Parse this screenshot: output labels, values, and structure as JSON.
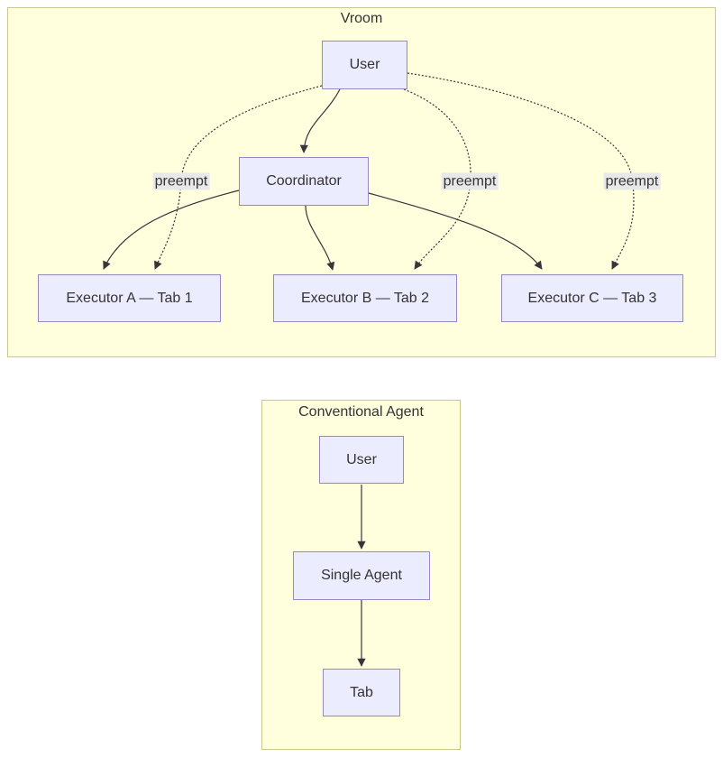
{
  "diagram": {
    "type": "flowchart",
    "clusters": {
      "vroom": {
        "title": "Vroom"
      },
      "conventional": {
        "title": "Conventional Agent"
      }
    },
    "nodes": {
      "user_top": "User",
      "coordinator": "Coordinator",
      "executor_a": "Executor A — Tab 1",
      "executor_b": "Executor B — Tab 2",
      "executor_c": "Executor C — Tab 3",
      "user_bottom": "User",
      "single_agent": "Single Agent",
      "tab": "Tab"
    },
    "edge_labels": {
      "preempt_a": "preempt",
      "preempt_b": "preempt",
      "preempt_c": "preempt"
    },
    "edges": [
      {
        "from": "User",
        "to": "Coordinator",
        "style": "solid",
        "label": "",
        "cluster": "Vroom"
      },
      {
        "from": "Coordinator",
        "to": "Executor A — Tab 1",
        "style": "solid",
        "label": "",
        "cluster": "Vroom"
      },
      {
        "from": "Coordinator",
        "to": "Executor B — Tab 2",
        "style": "solid",
        "label": "",
        "cluster": "Vroom"
      },
      {
        "from": "Coordinator",
        "to": "Executor C — Tab 3",
        "style": "solid",
        "label": "",
        "cluster": "Vroom"
      },
      {
        "from": "User",
        "to": "Executor A — Tab 1",
        "style": "dotted",
        "label": "preempt",
        "cluster": "Vroom"
      },
      {
        "from": "User",
        "to": "Executor B — Tab 2",
        "style": "dotted",
        "label": "preempt",
        "cluster": "Vroom"
      },
      {
        "from": "User",
        "to": "Executor C — Tab 3",
        "style": "dotted",
        "label": "preempt",
        "cluster": "Vroom"
      },
      {
        "from": "User",
        "to": "Single Agent",
        "style": "solid",
        "label": "",
        "cluster": "Conventional Agent"
      },
      {
        "from": "Single Agent",
        "to": "Tab",
        "style": "solid",
        "label": "",
        "cluster": "Conventional Agent"
      }
    ],
    "colors": {
      "cluster_fill": "#ffffde",
      "cluster_border": "#c9c98c",
      "node_fill": "#ececff",
      "node_border": "#9788c4",
      "edge_stroke": "#38343a",
      "edge_label_bg": "#e8e8e8",
      "text": "#333333",
      "page_bg": "#ffffff"
    }
  }
}
